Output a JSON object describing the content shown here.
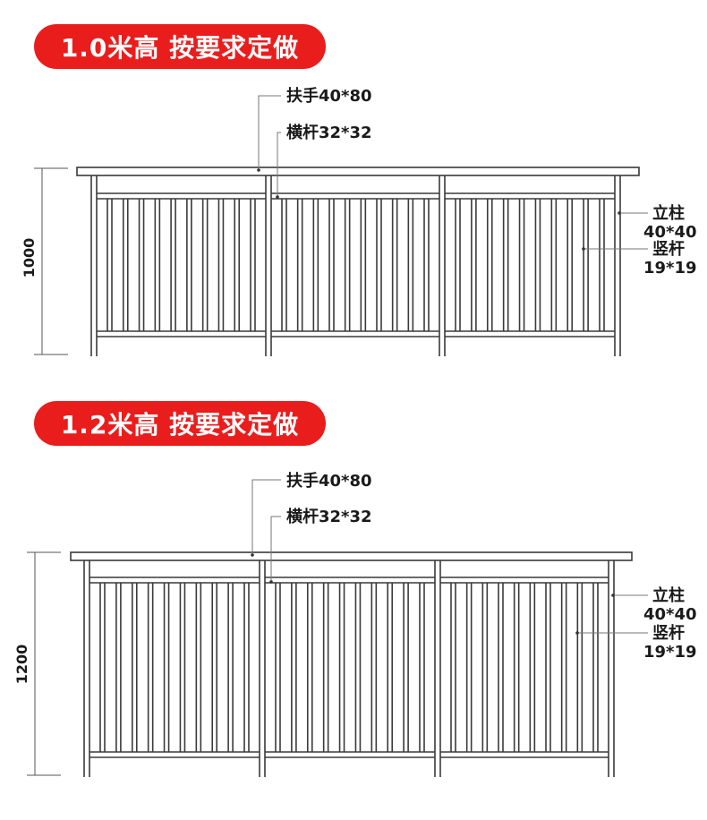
{
  "sections": [
    {
      "title": "1.0米高 按要求定做",
      "height_label": "1000",
      "labels": {
        "handrail": "扶手40*80",
        "crossbar": "横杆32*32",
        "post_line1": "立柱",
        "post_line2": "40*40",
        "baluster_line1": "竖杆",
        "baluster_line2": "19*19"
      }
    },
    {
      "title": "1.2米高 按要求定做",
      "height_label": "1200",
      "labels": {
        "handrail": "扶手40*80",
        "crossbar": "横杆32*32",
        "post_line1": "立柱",
        "post_line2": "40*40",
        "baluster_line1": "竖杆",
        "baluster_line2": "19*19"
      }
    }
  ],
  "colors": {
    "badge": "#ea1d1d",
    "line": "#3a3a3a",
    "leader": "#777777"
  }
}
